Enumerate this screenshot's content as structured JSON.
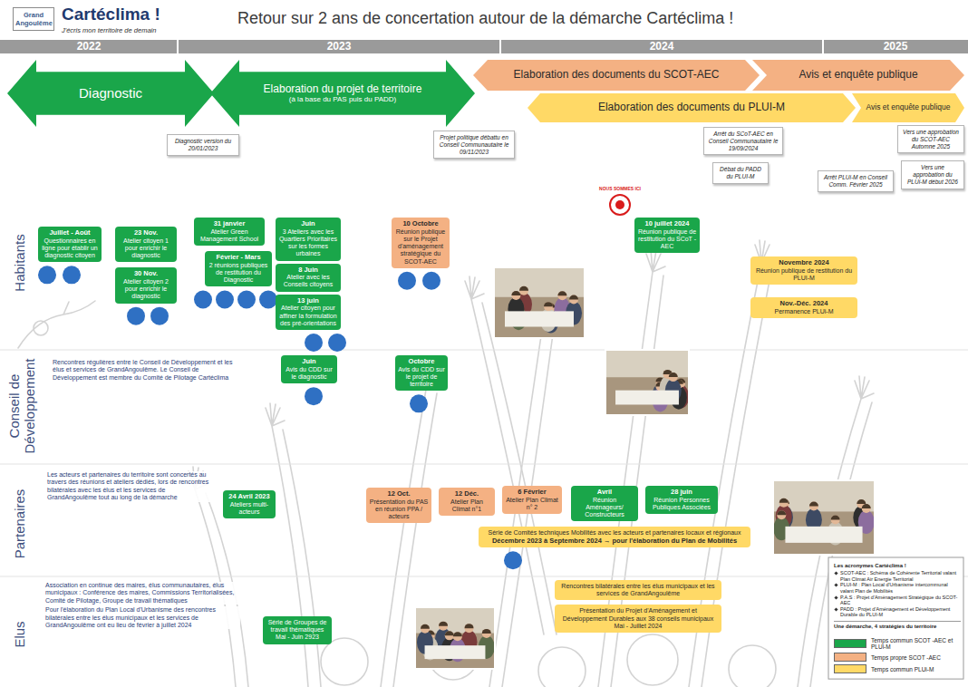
{
  "diagram": {
    "title": "Retour sur 2 ans de concertation autour de la démarche Cartéclima !",
    "nodes": [
      {
        "text": [
          "Grand Angoulême"
        ]
      },
      {
        "text": [
          "Diagnostic"
        ]
      },
      {
        "text": [
          "Elaboration du projet de territoire",
          "(à la base du PAS puis du PADD)"
        ]
      },
      {
        "text": [
          "Elaboration des documents du SCOT-AEC"
        ]
      },
      {
        "text": [
          "Avis et enquête publique"
        ]
      },
      {
        "text": [
          "Elaboration des documents du PLUI-M"
        ]
      },
      {
        "text": [
          "Avis et enquête publique"
        ]
      },
      {
        "text": [
          "Diagnostic version du 20/01/2023"
        ]
      },
      {
        "text": [
          "Projet politique débattu en Conseil Communautaire le 09/11/2023"
        ]
      },
      {
        "text": [
          "Arrêt du SCoT-AEC en Conseil Communautaire le 19/09/2024"
        ]
      },
      {
        "text": [
          "Vers une approbation du SCOT-AEC Automne 2025"
        ]
      },
      {
        "text": [
          "Débat du PADD du PLUI-M"
        ]
      },
      {
        "text": [
          "Arrêt PLUi-M en Conseil Comm. Février 2025"
        ]
      },
      {
        "text": [
          "Vers une approbation du PLUi-M début 2026"
        ]
      },
      {
        "text": [
          "Juillet - Août",
          "Questionnaires en ligne pour établir un diagnostic citoyen"
        ]
      },
      {
        "text": [
          "23 Nov.",
          "Atelier citoyen 1 pour enrichir le diagnostic"
        ]
      },
      {
        "text": [
          "30 Nov.",
          "Atelier citoyen 2 pour enrichir le diagnostic"
        ]
      },
      {
        "text": [
          "31 janvier",
          "Atelier Green Management School"
        ]
      },
      {
        "text": [
          "Février - Mars",
          "2 réunions publiques de restitution du Diagnostic"
        ]
      },
      {
        "text": [
          "Juin",
          "3 Ateliers avec les Quartiers Prioritaires sur les formes urbaines"
        ]
      },
      {
        "text": [
          "8 Juin",
          "Atelier avec les Conseils citoyens"
        ]
      },
      {
        "text": [
          "13 juin",
          "Atelier citoyen pour affiner la formulation des pré-orientations"
        ]
      },
      {
        "text": [
          "10 Octobre",
          "Réunion publique sur le Projet d'aménagement stratégique du SCOT-AEC"
        ]
      },
      {
        "text": [
          "10 juillet 2024",
          "Réunion publique de restitution du SCoT -AEC"
        ]
      },
      {
        "text": [
          "Novembre 2024",
          "Réunion publique de restitution du PLUI-M"
        ]
      },
      {
        "text": [
          "Nov.-Déc. 2024",
          "Permanence PLUi-M"
        ]
      },
      {
        "text": [
          "Juin",
          "Avis du CDD sur le diagnostic"
        ]
      },
      {
        "text": [
          "Octobre",
          "Avis du CDD sur le projet de territoire"
        ]
      },
      {
        "text": [
          "24 Avril 2023",
          "Ateliers multi-acteurs"
        ]
      },
      {
        "text": [
          "12 Oct.",
          "Présentation du PAS en réunion PPA / acteurs"
        ]
      },
      {
        "text": [
          "12 Déc.",
          "Atelier Plan Climat n°1"
        ]
      },
      {
        "text": [
          "6 Février",
          "Atelier Plan Climat n° 2"
        ]
      },
      {
        "text": [
          "Avril",
          "Réunion Aménageurs/ Constructeurs"
        ]
      },
      {
        "text": [
          "28 juin",
          "Réunion Personnes Publiques Associées"
        ]
      },
      {
        "text": [
          "Série de Comités techniques Mobilités avec les acteurs et partenaires locaux et régionaux",
          "Décembre 2023 à Septembre 2024 → pour l'élaboration du Plan de Mobilités"
        ]
      },
      {
        "text": [
          "Série de Groupes de travail thématiques Mai - Juin 2923"
        ]
      },
      {
        "text": [
          "Rencontres bilatérales entre les élus municipaux et les services de GrandAngoulême"
        ]
      },
      {
        "text": [
          "Présentation du Projet d'Aménagement et Développement Durables aux 38 conseils municipaux Mai - Juillet 2024"
        ]
      },
      {
        "text": [
          "Les acronymes Cartéclima !",
          "SCOT-AEC : Schéma de Cohérente Territorial valant Plan Climat Air Energie Territorial",
          "PLUI-M : Plan Local d'Urbanisme intercommunal valant Plan de Mobilités",
          "P.A.S : Projet d'Aménagement Stratégique du SCOT-AEC",
          "PADD : Projet d'Aménagement et Développement Durable du PLUI-M",
          "Une démarche, 4 stratégies du territoire"
        ]
      }
    ],
    "labels": [
      "Cartéclima !",
      "J'écris mon territoire de demain",
      "2022",
      "2023",
      "2024",
      "2025",
      "Habitants",
      "Conseil de Développement",
      "Partenaires",
      "Elus",
      "Rencontres régulières entre le Conseil de Développement et les élus et services de GrandAngoulême. Le Conseil de Développement est membre du Comité de Pilotage Cartéclima",
      "Les acteurs et partenaires du territoire sont concertés au travers des réunions et ateliers dédiés, lors de rencontres bilatérales avec les élus et les services de GrandAngoulême tout au long de la démarche",
      "Association en continue des maires, élus communautaires, élus municipaux : Conférence des maires, Commissions Territorialisées, Comité de Pilotage, Groupe de travail thématiques",
      "Pour l'élaboration du Plan Local d'Urbanisme des rencontres bilatérales entre les élus municipaux et les services de GrandAngoulême ont eu lieu de février à juillet 2024",
      "NOUS SOMMES ICI"
    ],
    "legend": [
      {
        "text": "Temps commun SCOT -AEC et PLUi-M",
        "color": "#1aa64a"
      },
      {
        "text": "Temps propre SCOT -AEC",
        "color": "#f4b183"
      },
      {
        "text": "Temps commun PLUi-M",
        "color": "#ffd966"
      }
    ]
  }
}
